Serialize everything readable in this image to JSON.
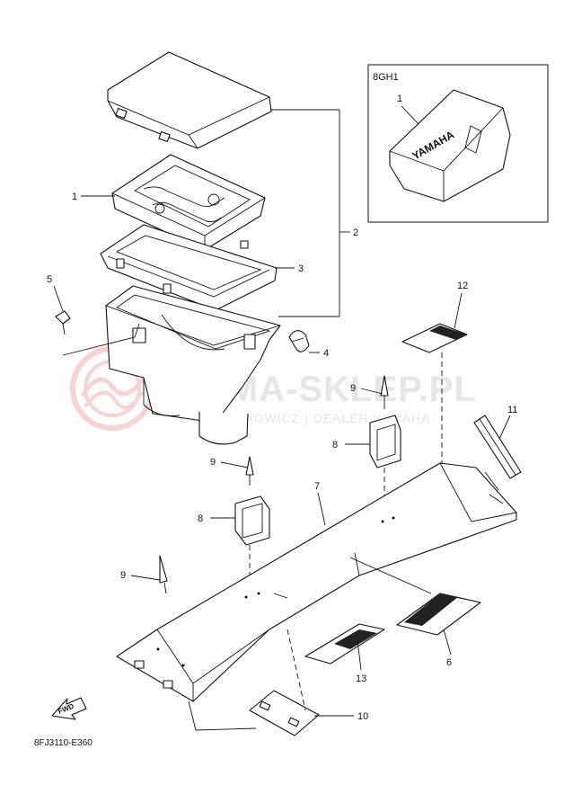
{
  "watermark": {
    "title": "YAMA-SKLEP.PL",
    "subtitle": "WOJCIECHOWICZ | DEALER YAMAHA"
  },
  "inset": {
    "code": "8GH1",
    "callout": "1",
    "cover_text": "YAMAHA"
  },
  "callouts": {
    "c1": "1",
    "c2": "2",
    "c3": "3",
    "c4": "4",
    "c5": "5",
    "c6": "6",
    "c7": "7",
    "c8a": "8",
    "c8b": "8",
    "c9a": "9",
    "c9b": "9",
    "c9c": "9",
    "c10": "10",
    "c11": "11",
    "c12": "12",
    "c13": "13"
  },
  "fwd_label": "FWD",
  "diagram_code": "8FJ3110-E360",
  "colors": {
    "line": "#111111",
    "watermark": "#f2c4c4",
    "watermark_text": "#e6e6e6"
  }
}
